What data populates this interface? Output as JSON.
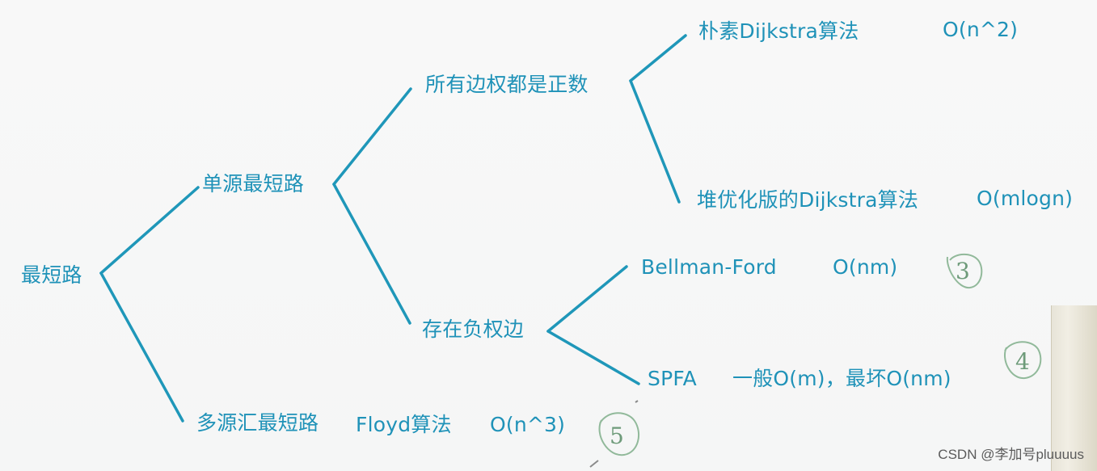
{
  "nodes": {
    "root": "最短路",
    "single_source": "单源最短路",
    "all_positive": "所有边权都是正数",
    "naive_dijkstra": "朴素Dijkstra算法",
    "naive_dijkstra_cx": "O(n^2)",
    "heap_dijkstra": "堆优化版的Dijkstra算法",
    "heap_dijkstra_cx": "O(mlogn)",
    "negative_edges": "存在负权边",
    "bellman_ford": "Bellman-Ford",
    "bellman_ford_cx": "O(nm)",
    "spfa": "SPFA",
    "spfa_cx": "一般O(m)，最坏O(nm)",
    "multi_source": "多源汇最短路",
    "floyd": "Floyd算法",
    "floyd_cx": "O(n^3)"
  },
  "annotations": {
    "bellman_ford_mark": "3",
    "spfa_mark": "4",
    "floyd_mark": "5"
  },
  "watermark": "CSDN @李加号pluuuus",
  "colors": {
    "line": "#1f97b9",
    "text": "#1f92b8",
    "handwriting": "#6e9b7a",
    "background": "#f7f7f7"
  }
}
